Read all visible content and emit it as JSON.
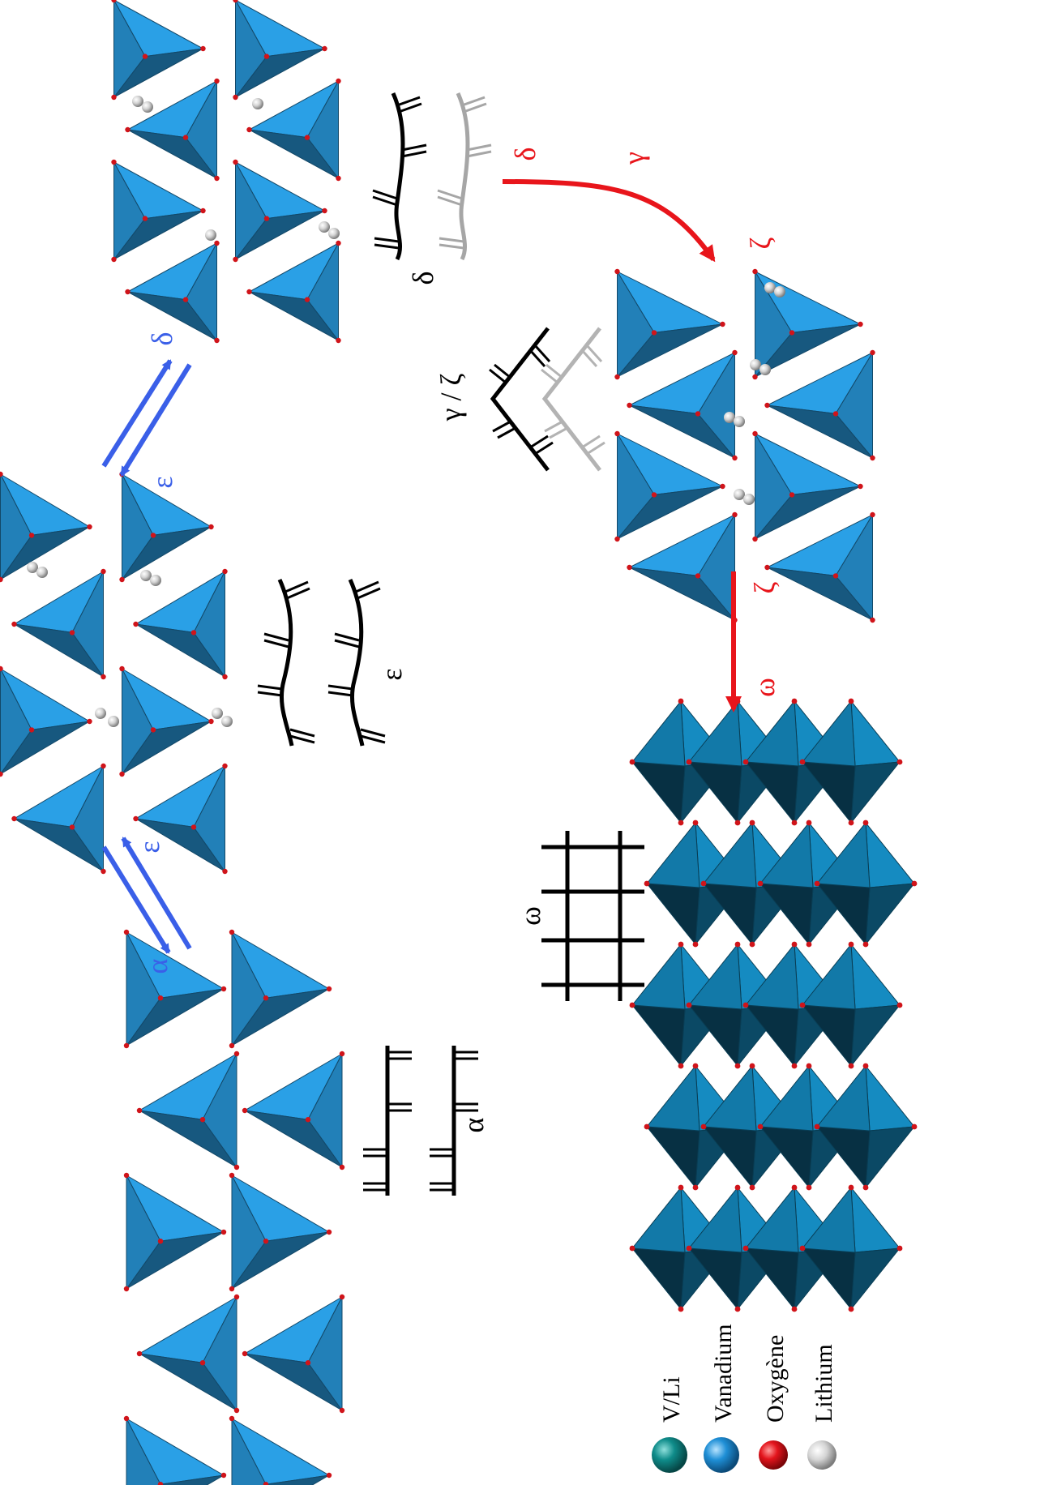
{
  "phase_labels": {
    "alpha": "α",
    "epsilon": "ε",
    "delta": "δ",
    "gamma_zeta": "γ / ζ",
    "omega": "ω"
  },
  "transitions": {
    "alpha_to_epsilon_start": "α",
    "alpha_to_epsilon_end": "ε",
    "epsilon_to_delta_start": "ε",
    "epsilon_to_delta_end": "δ",
    "delta_to_zeta_start": "δ",
    "delta_to_zeta_mid": "γ",
    "delta_to_zeta_end": "ζ",
    "zeta_to_omega_start": "ζ",
    "zeta_to_omega_end": "ω"
  },
  "legend": [
    {
      "label": "V/Li",
      "color": "#0f8c8a",
      "icon": "vli-sphere-icon"
    },
    {
      "label": "Vanadium",
      "color": "#1f8fd6",
      "icon": "vanadium-sphere-icon"
    },
    {
      "label": "Oxygène",
      "color": "#e3141c",
      "icon": "oxygen-sphere-icon"
    },
    {
      "label": "Lithium",
      "color": "#cfcfcf",
      "icon": "lithium-sphere-icon"
    }
  ],
  "colors": {
    "reversible_arrow": "#3a5fe8",
    "irreversible_arrow": "#e8151b",
    "polyhedron_light": "#2aa0e6",
    "polyhedron_dark": "#0d5f8f",
    "omega_polyhedron": "#1279a8",
    "lithium": "#d4d4d4",
    "oxygen": "#d0141a"
  }
}
